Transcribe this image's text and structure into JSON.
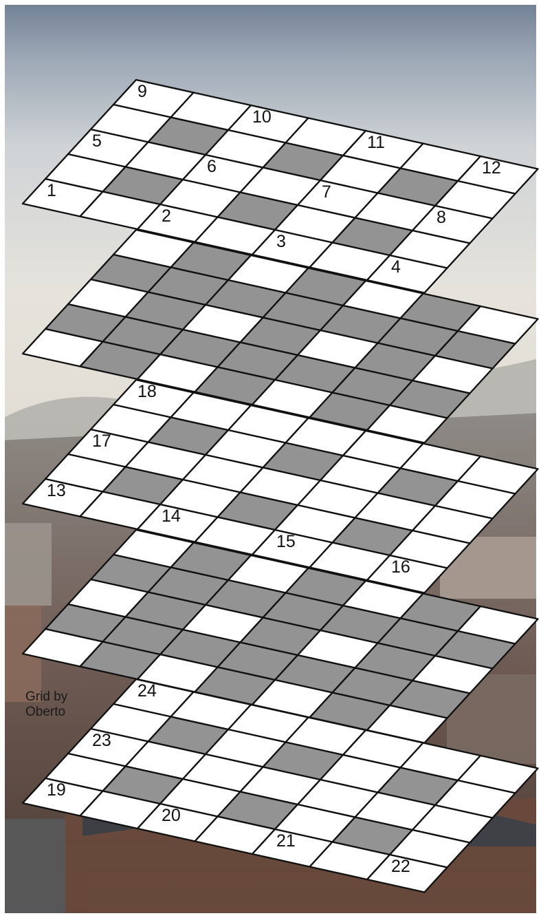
{
  "puzzle": {
    "credit": [
      "Grid by",
      "Oberto"
    ],
    "rows": 5,
    "cols": 7,
    "colors": {
      "white": "#ffffff",
      "black": "#939393",
      "line": "#111111"
    },
    "layers": [
      {
        "name": "layer-1",
        "grid": [
          "0000000",
          "0101010",
          "0000000",
          "0101010",
          "0000000"
        ],
        "numbers": [
          {
            "n": "9",
            "r": 0,
            "c": 0
          },
          {
            "n": "10",
            "r": 0,
            "c": 2
          },
          {
            "n": "11",
            "r": 0,
            "c": 4
          },
          {
            "n": "12",
            "r": 0,
            "c": 6
          },
          {
            "n": "5",
            "r": 2,
            "c": 0
          },
          {
            "n": "6",
            "r": 2,
            "c": 2
          },
          {
            "n": "7",
            "r": 2,
            "c": 4
          },
          {
            "n": "8",
            "r": 2,
            "c": 6
          },
          {
            "n": "1",
            "r": 4,
            "c": 0
          },
          {
            "n": "2",
            "r": 4,
            "c": 2
          },
          {
            "n": "3",
            "r": 4,
            "c": 4
          },
          {
            "n": "4",
            "r": 4,
            "c": 6
          }
        ]
      },
      {
        "name": "layer-2",
        "grid": [
          "0101010",
          "1111111",
          "0101010",
          "1111111",
          "0101010"
        ],
        "numbers": []
      },
      {
        "name": "layer-3",
        "grid": [
          "0000000",
          "0101010",
          "0000000",
          "0101010",
          "0000000"
        ],
        "numbers": [
          {
            "n": "18",
            "r": 0,
            "c": 0
          },
          {
            "n": "17",
            "r": 2,
            "c": 0
          },
          {
            "n": "13",
            "r": 4,
            "c": 0
          },
          {
            "n": "14",
            "r": 4,
            "c": 2
          },
          {
            "n": "15",
            "r": 4,
            "c": 4
          },
          {
            "n": "16",
            "r": 4,
            "c": 6
          }
        ]
      },
      {
        "name": "layer-4",
        "grid": [
          "0101010",
          "1111111",
          "0101010",
          "1111111",
          "0101010"
        ],
        "numbers": []
      },
      {
        "name": "layer-5",
        "grid": [
          "0000000",
          "0101010",
          "0000000",
          "0101010",
          "0000000"
        ],
        "numbers": [
          {
            "n": "24",
            "r": 0,
            "c": 0
          },
          {
            "n": "23",
            "r": 2,
            "c": 0
          },
          {
            "n": "19",
            "r": 4,
            "c": 0
          },
          {
            "n": "20",
            "r": 4,
            "c": 2
          },
          {
            "n": "21",
            "r": 4,
            "c": 4
          },
          {
            "n": "22",
            "r": 4,
            "c": 6
          }
        ]
      }
    ]
  }
}
